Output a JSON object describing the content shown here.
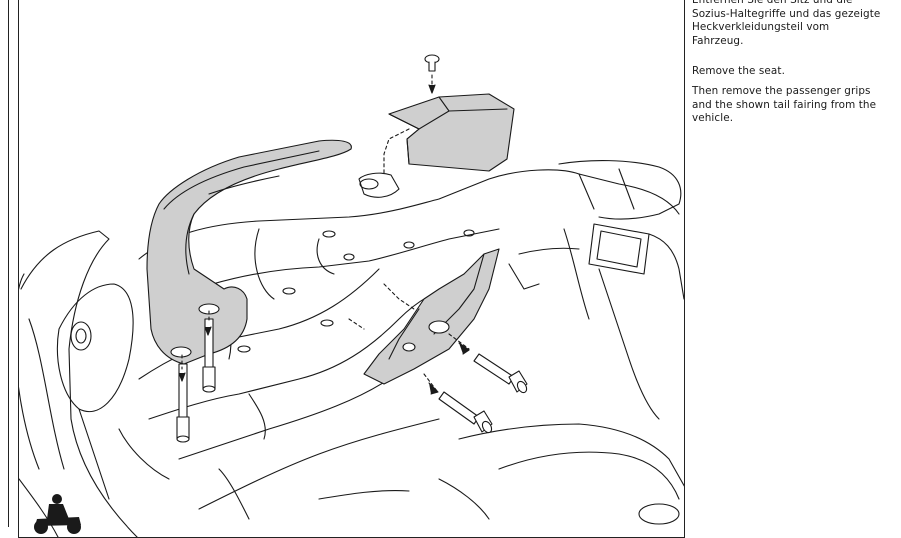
{
  "instructions": {
    "german_text": "Entfernen Sie den Sitz und die\nSozius-Haltegriffe und das gezeigte\nHeckverkleidungsteil vom\nFahrzeug.",
    "english_step1": "Remove the seat.",
    "english_step2": "Then remove the passenger grips\nand the shown tail fairing from the\nvehicle."
  },
  "figure": {
    "icons": [
      "motorcycle-rider-icon"
    ],
    "stroke_color": "#1a1a1a",
    "part_fill": "#cfcfcf"
  }
}
